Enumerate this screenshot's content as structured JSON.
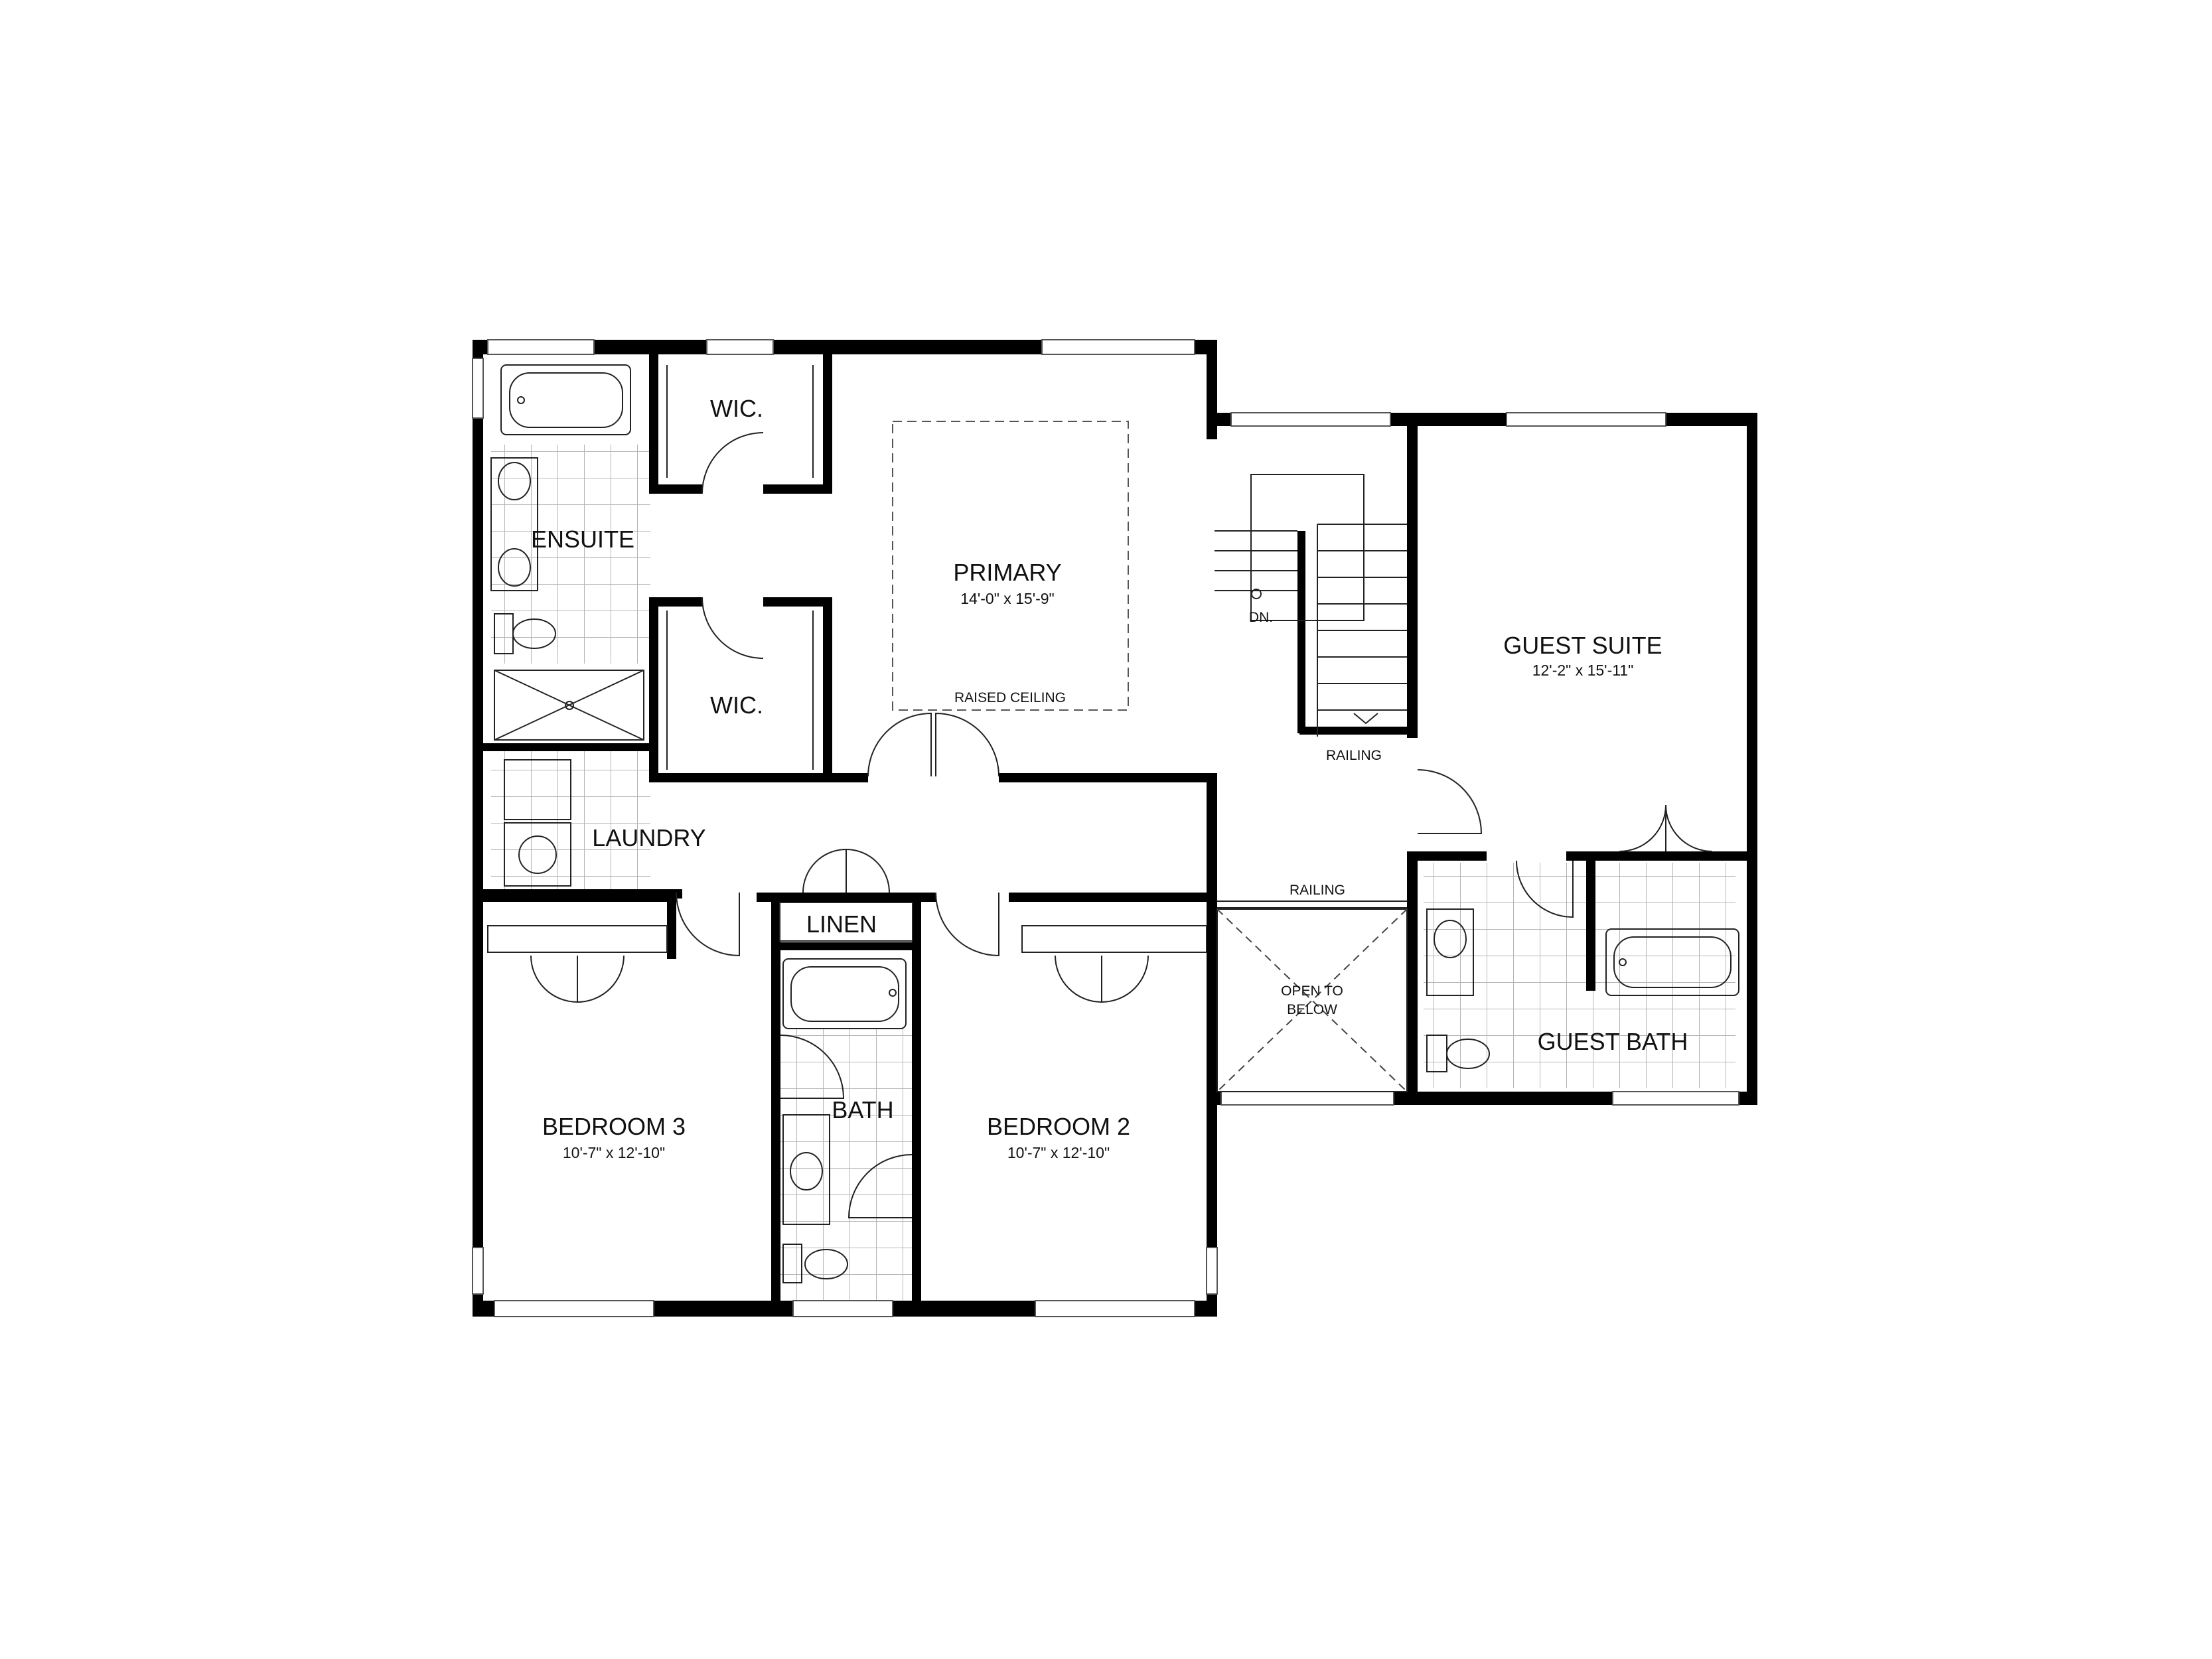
{
  "rooms": {
    "primary": {
      "name": "PRIMARY",
      "size": "14'-0\" x 15'-9\"",
      "note": "RAISED CEILING"
    },
    "wic_upper": {
      "name": "WIC."
    },
    "wic_lower": {
      "name": "WIC."
    },
    "ensuite": {
      "name": "ENSUITE"
    },
    "laundry": {
      "name": "LAUNDRY"
    },
    "linen": {
      "name": "LINEN"
    },
    "bath": {
      "name": "BATH"
    },
    "bedroom3": {
      "name": "BEDROOM 3",
      "size": "10'-7\" x 12'-10\""
    },
    "bedroom2": {
      "name": "BEDROOM 2",
      "size": "10'-7\" x 12'-10\""
    },
    "guest_suite": {
      "name": "GUEST SUITE",
      "size": "12'-2\" x 15'-11\""
    },
    "guest_bath": {
      "name": "GUEST BATH"
    }
  },
  "labels": {
    "stair_down": "DN.",
    "railing_stair": "RAILING",
    "railing_landing": "RAILING",
    "open_to_below_line1": "OPEN TO",
    "open_to_below_line2": "BELOW"
  },
  "colors": {
    "wall": "#000000",
    "line": "#222222",
    "tile": "#b5b5b5"
  }
}
